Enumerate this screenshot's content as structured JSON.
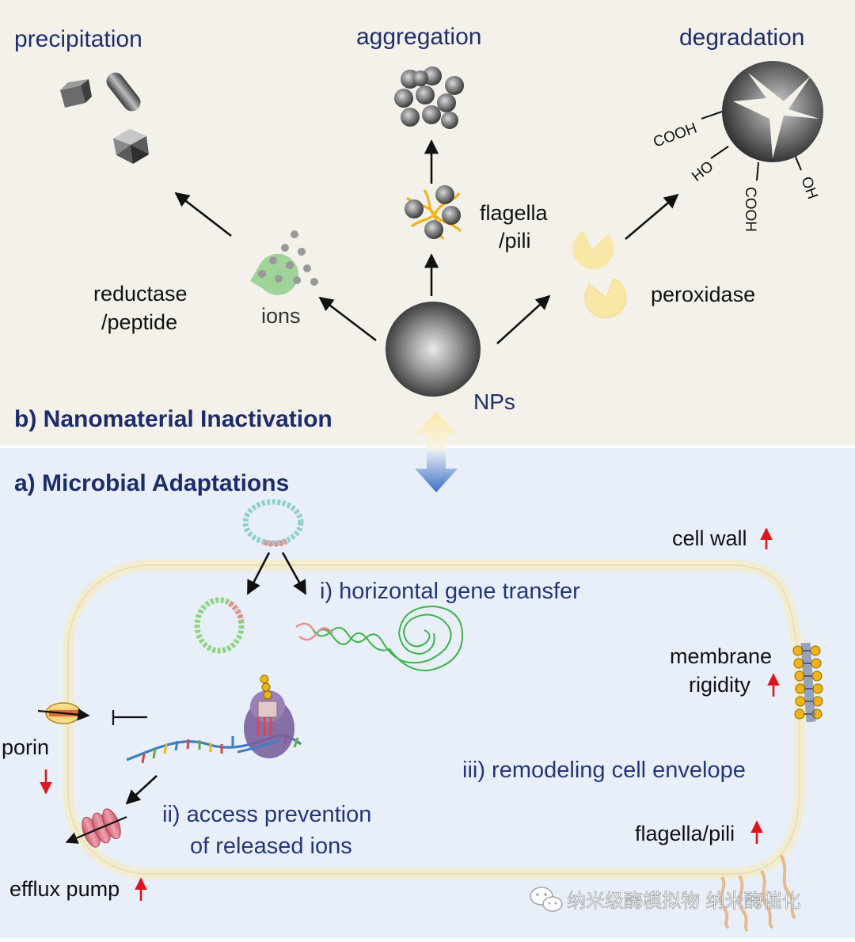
{
  "colors": {
    "top_panel_bg": "#f3f1ea",
    "bottom_panel_bg": "#e8eff9",
    "navy_text": "#1f2f6b",
    "red_arrow": "#e0141b",
    "cell_wall": "#f2ecd0",
    "flagella_yellow": "#f0b418",
    "pacman_green": "#9fd39a",
    "pacman_yellow": "#f8e7a6",
    "dna_green": "#3fb34a",
    "dna_pink": "#ec8e8e"
  },
  "panel_b": {
    "title": "b) Nanomaterial Inactivation",
    "precipitation": "precipitation",
    "aggregation": "aggregation",
    "degradation": "degradation",
    "reductase": "reductase",
    "peptide": "/peptide",
    "ions": "ions",
    "flagella": "flagella",
    "pili": "/pili",
    "peroxidase": "peroxidase",
    "nps": "NPs",
    "cooh_1": "COOH",
    "ho": "HO",
    "cooh_2": "COOH",
    "oh": "OH"
  },
  "panel_a": {
    "title": "a) Microbial Adaptations",
    "cell_wall": "cell wall",
    "hgt": "i) horizontal gene transfer",
    "membrane": "membrane",
    "rigidity": "rigidity",
    "porin": "porin",
    "remodeling": "iii) remodeling cell envelope",
    "access_1": "ii) access prevention",
    "access_2": "of released ions",
    "flagella_pili": "flagella/pili",
    "efflux_pump": "efflux pump"
  },
  "watermark": {
    "text": "纳米级酶模拟物 纳米酶催化",
    "icon": "wechat-icon"
  }
}
